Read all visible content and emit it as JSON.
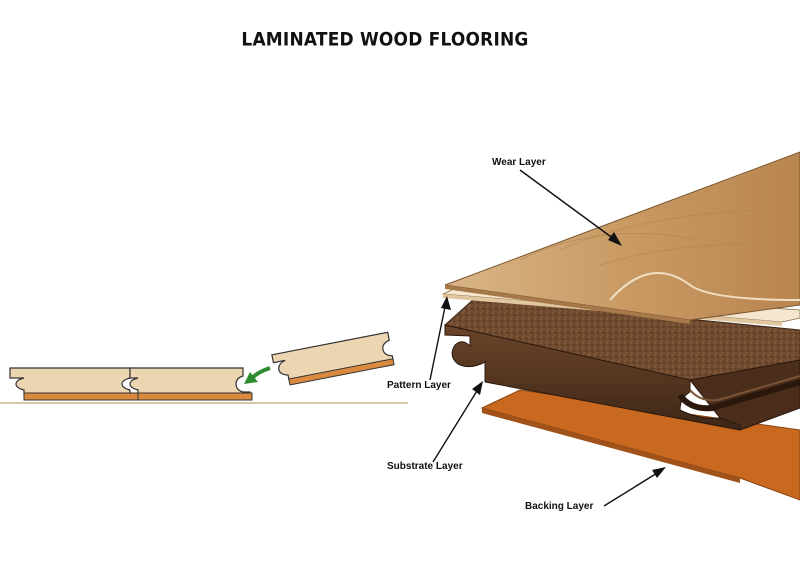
{
  "title": "LAMINATED WOOD FLOORING",
  "labels": {
    "wear": "Wear Layer",
    "pattern": "Pattern Layer",
    "substrate": "Substrate Layer",
    "backing": "Backing Layer"
  },
  "colors": {
    "wood_light": "#e9cfa8",
    "wood_edge": "#d88a3e",
    "substrate": "#5b3a24",
    "substrate_dark": "#3c2415",
    "core_texture": "#6d4a30",
    "backing": "#c8691f",
    "arrow_green": "#2e8b2e"
  }
}
